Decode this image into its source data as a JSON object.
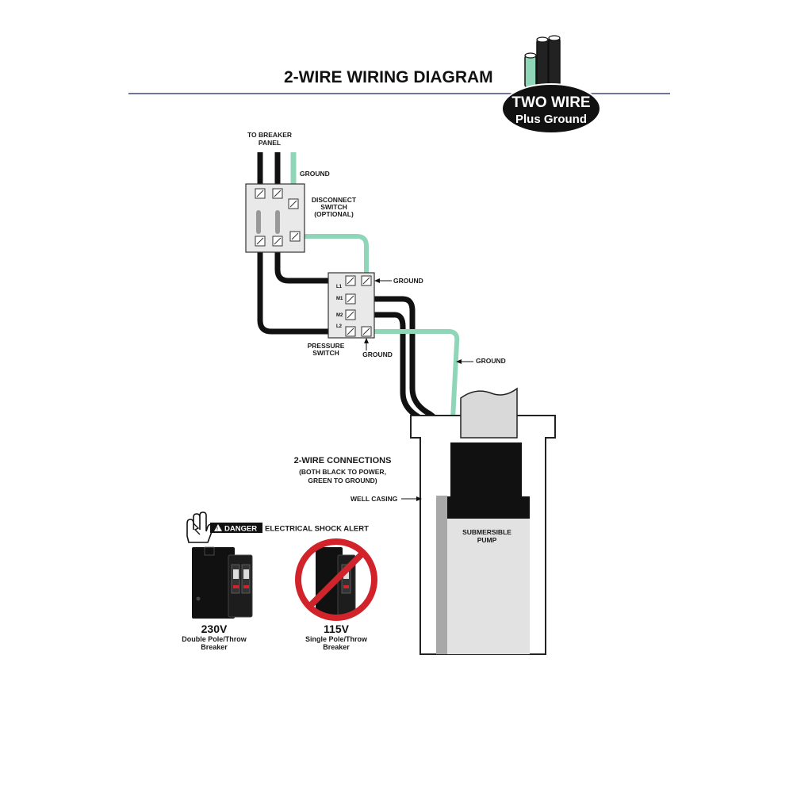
{
  "title": "2-WIRE WIRING DIAGRAM",
  "badge": {
    "line1": "TWO WIRE",
    "line2": "Plus Ground"
  },
  "labels": {
    "to_breaker_1": "TO BREAKER",
    "to_breaker_2": "PANEL",
    "ground_top": "GROUND",
    "disconnect_1": "DISCONNECT",
    "disconnect_2": "SWITCH",
    "disconnect_3": "(OPTIONAL)",
    "ground_ps_top": "GROUND",
    "pressure_1": "PRESSURE",
    "pressure_2": "SWITCH",
    "ground_ps_bottom": "GROUND",
    "ground_wire": "GROUND",
    "connections_title": "2-WIRE CONNECTIONS",
    "connections_sub_1": "(BOTH BLACK TO POWER,",
    "connections_sub_2": "GREEN TO GROUND)",
    "well_casing": "WELL CASING",
    "pump_1": "SUBMERSIBLE",
    "pump_2": "PUMP"
  },
  "terminals": {
    "l1": "L1",
    "m1": "M1",
    "m2": "M2",
    "l2": "L2"
  },
  "danger": {
    "tag": "DANGER",
    "text": "ELECTRICAL SHOCK ALERT"
  },
  "breakers": [
    {
      "voltage": "230V",
      "line1": "Double Pole/Throw",
      "line2": "Breaker"
    },
    {
      "voltage": "115V",
      "line1": "Single Pole/Throw",
      "line2": "Breaker"
    }
  ],
  "colors": {
    "ground_wire": "#8fd6b9",
    "power_wire": "#111111",
    "title_rule": "#3b4a7a",
    "no_symbol": "#d2232a",
    "casing_pipe": "#a8a8a8",
    "pump_body": "#e2e2e2"
  }
}
